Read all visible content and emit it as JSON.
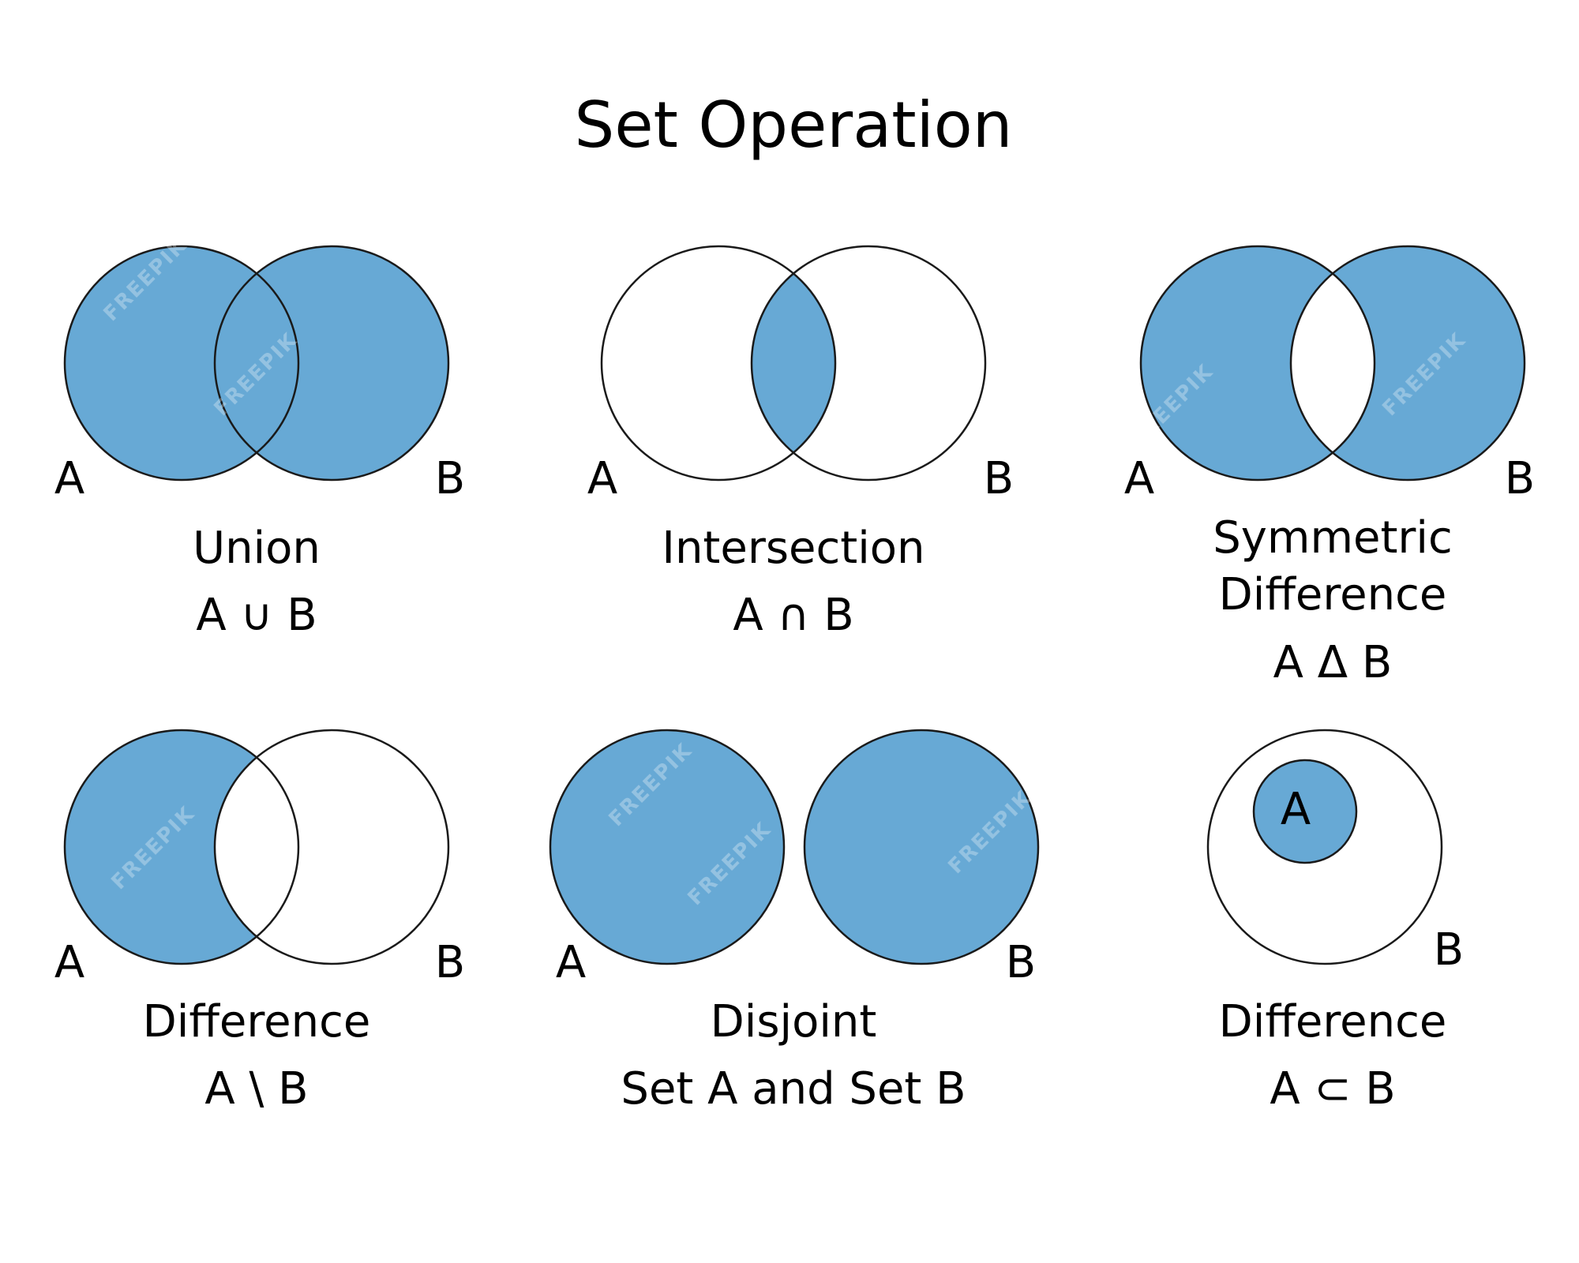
{
  "title": "Set Operation",
  "colors": {
    "fill": "#67a9d5",
    "stroke": "#1a1a1a",
    "background": "#ffffff",
    "watermark": "#ffffff"
  },
  "watermark_text": "FREEPIK",
  "panels": {
    "union": {
      "set_a": "A",
      "set_b": "B",
      "caption": "Union",
      "notation": "A ∪ B"
    },
    "intersection": {
      "set_a": "A",
      "set_b": "B",
      "caption": "Intersection",
      "notation": "A ∩ B"
    },
    "symmetric_difference": {
      "set_a": "A",
      "set_b": "B",
      "caption_line1": "Symmetric",
      "caption_line2": "Difference",
      "notation": "A Δ B"
    },
    "difference": {
      "set_a": "A",
      "set_b": "B",
      "caption": "Difference",
      "notation": "A \\ B"
    },
    "disjoint": {
      "set_a": "A",
      "set_b": "B",
      "caption": "Disjoint",
      "notation": "Set A and Set B"
    },
    "subset": {
      "set_a": "A",
      "set_b": "B",
      "caption": "Difference",
      "notation": "A ⊂ B"
    }
  }
}
